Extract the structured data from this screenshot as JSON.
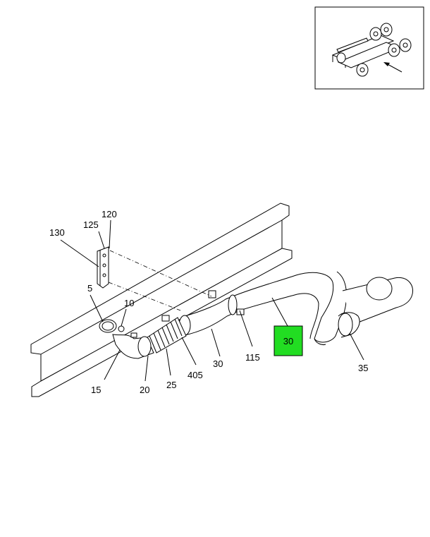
{
  "diagram": {
    "callouts": [
      {
        "id": "130",
        "text": "130"
      },
      {
        "id": "125",
        "text": "125"
      },
      {
        "id": "120",
        "text": "120"
      },
      {
        "id": "5",
        "text": "5"
      },
      {
        "id": "10",
        "text": "10"
      },
      {
        "id": "15",
        "text": "15"
      },
      {
        "id": "20",
        "text": "20"
      },
      {
        "id": "25",
        "text": "25"
      },
      {
        "id": "405",
        "text": "405"
      },
      {
        "id": "30",
        "text": "30"
      },
      {
        "id": "115",
        "text": "115"
      },
      {
        "id": "35",
        "text": "35"
      }
    ],
    "highlight": {
      "text": "30",
      "color": "#22dd22"
    }
  }
}
